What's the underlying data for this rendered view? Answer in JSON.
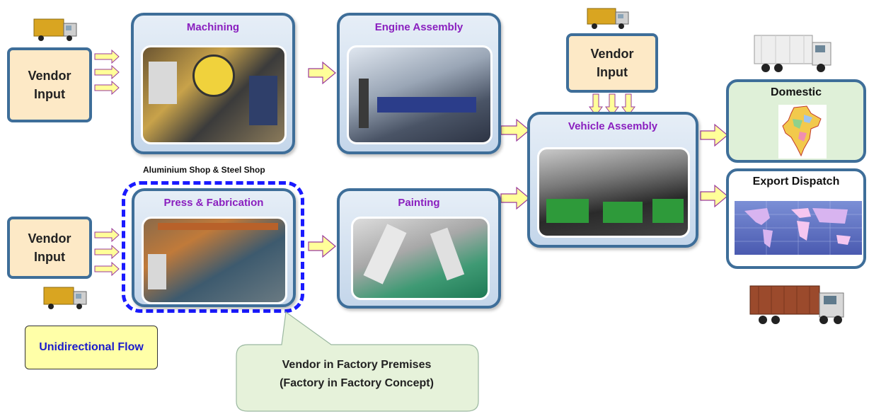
{
  "vendor_label": {
    "line1": "Vendor",
    "line2": "Input"
  },
  "stages": {
    "machining": "Machining",
    "engine_assembly": "Engine Assembly",
    "press_fabrication": "Press & Fabrication",
    "painting": "Painting",
    "vehicle_assembly": "Vehicle Assembly"
  },
  "destinations": {
    "domestic": "Domestic",
    "export": "Export Dispatch"
  },
  "caption_shop": "Aluminium Shop & Steel Shop",
  "note_flow": "Unidirectional Flow",
  "callout": {
    "line1": "Vendor in Factory Premises",
    "line2": "(Factory in Factory Concept)"
  },
  "colors": {
    "stage_title": "#8a1fbf",
    "box_border": "#3e6e99",
    "vendor_fill": "#fde9c6",
    "arrow_fill": "#ffff99",
    "arrow_stroke": "#9b3a9b",
    "dashed_border": "#1a1aff",
    "note_text": "#1a1acc"
  },
  "icons": [
    "truck-icon",
    "right-arrow-icon",
    "down-arrow-icon",
    "india-map-icon",
    "world-map-icon"
  ]
}
